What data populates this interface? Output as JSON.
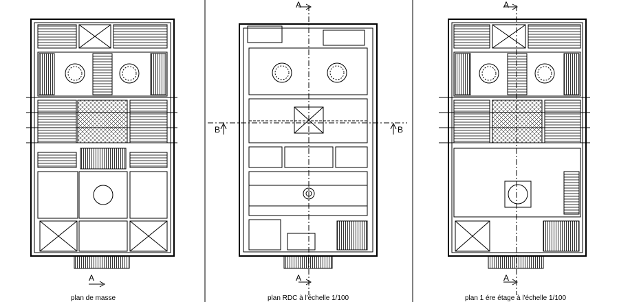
{
  "panels": [
    {
      "id": "masse",
      "caption": "plan de masse",
      "section_marks": [
        "A"
      ]
    },
    {
      "id": "rdc",
      "caption": "plan RDC à l'échelle 1/100",
      "section_marks": [
        "A",
        "A",
        "B",
        "B"
      ]
    },
    {
      "id": "etage",
      "caption": "plan 1 ére étage à l'échelle 1/100",
      "section_marks": [
        "A",
        "A"
      ]
    }
  ],
  "colors": {
    "line": "#000000",
    "background": "#ffffff"
  }
}
